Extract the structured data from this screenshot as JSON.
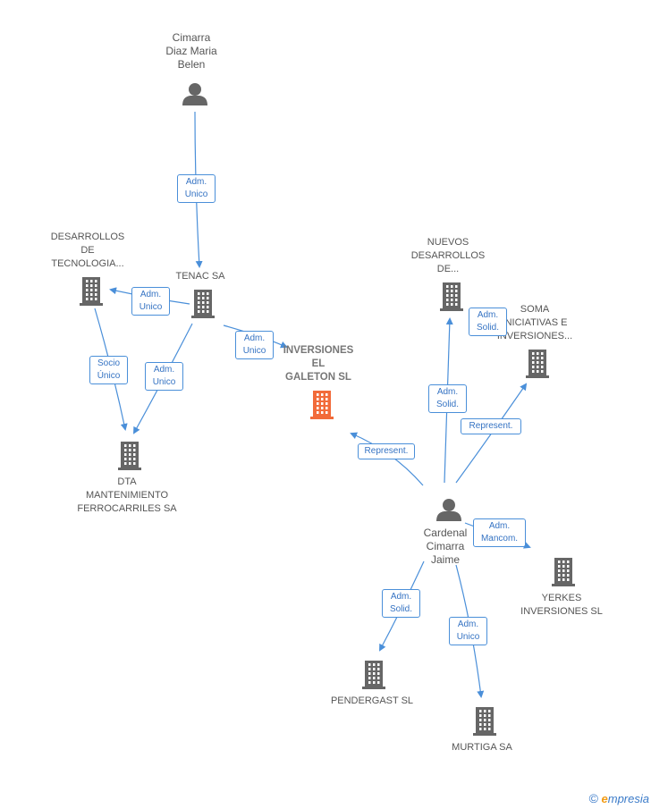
{
  "nodes": {
    "cimarra_diaz": {
      "label_lines": [
        "Cimarra",
        "Diaz Maria",
        "Belen"
      ],
      "icon": "person-icon"
    },
    "desarrollos_tec": {
      "label_lines": [
        "DESARROLLOS",
        "DE",
        "TECNOLOGIA..."
      ],
      "icon": "building-icon"
    },
    "tenac": {
      "label_lines": [
        "TENAC SA"
      ],
      "icon": "building-icon"
    },
    "inversiones_galeton": {
      "label_lines": [
        "INVERSIONES",
        "EL",
        "GALETON SL"
      ],
      "icon": "building-icon",
      "color": "#f26b3a"
    },
    "dta": {
      "label_lines": [
        "DTA",
        "MANTENIMIENTO",
        "FERROCARRILES SA"
      ],
      "icon": "building-icon"
    },
    "nuevos_desarrollos": {
      "label_lines": [
        "NUEVOS",
        "DESARROLLOS",
        "DE..."
      ],
      "icon": "building-icon"
    },
    "soma": {
      "label_lines": [
        "SOMA",
        "INICIATIVAS E",
        "INVERSIONES..."
      ],
      "icon": "building-icon"
    },
    "cardenal": {
      "label_lines": [
        "Cardenal",
        "Cimarra",
        "Jaime"
      ],
      "icon": "person-icon"
    },
    "yerkes": {
      "label_lines": [
        "YERKES",
        "INVERSIONES SL"
      ],
      "icon": "building-icon"
    },
    "pendergast": {
      "label_lines": [
        "PENDERGAST SL"
      ],
      "icon": "building-icon"
    },
    "murtiga": {
      "label_lines": [
        "MURTIGA SA"
      ],
      "icon": "building-icon"
    }
  },
  "edges": {
    "cimarra_to_tenac": [
      "Adm.",
      "Unico"
    ],
    "tenac_to_desarrollos": [
      "Adm.",
      "Unico"
    ],
    "desarrollos_to_dta": [
      "Socio",
      "Único"
    ],
    "tenac_to_dta": [
      "Adm.",
      "Unico"
    ],
    "tenac_to_galeton": [
      "Adm.",
      "Unico"
    ],
    "cardenal_to_galeton": [
      "Represent."
    ],
    "cardenal_to_nuevos": [
      "Adm.",
      "Solid."
    ],
    "nuevos_solid": [
      "Adm.",
      "Solid."
    ],
    "cardenal_to_soma": [
      "Represent."
    ],
    "cardenal_to_yerkes": [
      "Adm.",
      "Mancom."
    ],
    "cardenal_to_pendergast": [
      "Adm.",
      "Solid."
    ],
    "cardenal_to_murtiga": [
      "Adm.",
      "Unico"
    ]
  },
  "colors": {
    "edge": "#4a8fd9",
    "icon": "#666666",
    "main_icon": "#f26b3a"
  },
  "brand": {
    "symbol": "©",
    "e": "e",
    "rest": "mpresia"
  }
}
